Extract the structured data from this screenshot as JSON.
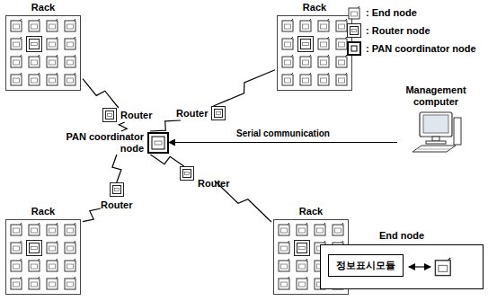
{
  "diagram": {
    "nodes": [
      {
        "text": [
          "Rack"
        ]
      },
      {
        "text": [
          "Rack"
        ]
      },
      {
        "text": [
          "Router"
        ]
      },
      {
        "text": [
          "Router"
        ]
      },
      {
        "text": [
          "PAN coordinator node"
        ]
      },
      {
        "text": [
          "Management computer"
        ]
      },
      {
        "text": [
          "Router"
        ]
      },
      {
        "text": [
          "Router"
        ]
      },
      {
        "text": [
          "Rack"
        ]
      },
      {
        "text": [
          "Rack"
        ]
      },
      {
        "text": [
          "End node"
        ]
      },
      {
        "text": [
          "정보표시모듈"
        ],
        "in": 10
      }
    ],
    "edges": [
      {
        "from": 0,
        "to": 2,
        "arrow": "none"
      },
      {
        "from": 1,
        "to": 3,
        "arrow": "none"
      },
      {
        "from": 2,
        "to": 4,
        "arrow": "none"
      },
      {
        "from": 3,
        "to": 4,
        "arrow": "none"
      },
      {
        "from": 5,
        "to": 4,
        "arrow": "to",
        "label": "Serial communication"
      },
      {
        "from": 6,
        "to": 4,
        "arrow": "none"
      },
      {
        "from": 7,
        "to": 4,
        "arrow": "none"
      },
      {
        "from": 8,
        "to": 6,
        "arrow": "none"
      },
      {
        "from": 9,
        "to": 7,
        "arrow": "none"
      }
    ],
    "legend": [
      {
        "text": ": End node"
      },
      {
        "text": ": Router node"
      },
      {
        "text": ": PAN coordinator node"
      }
    ]
  }
}
